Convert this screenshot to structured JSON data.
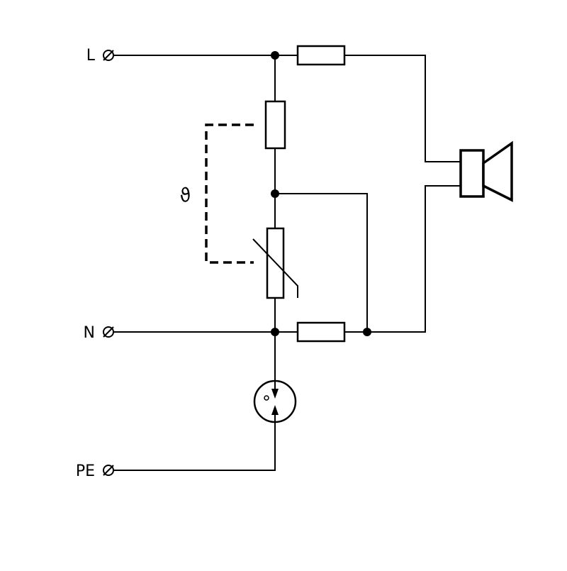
{
  "terminals": {
    "line": {
      "label": "L"
    },
    "neutral": {
      "label": "N"
    },
    "protective_earth": {
      "label": "PE"
    }
  },
  "thermal_coupling": {
    "symbol": "ϑ"
  },
  "colors": {
    "stroke": "#000000",
    "background": "#ffffff"
  }
}
